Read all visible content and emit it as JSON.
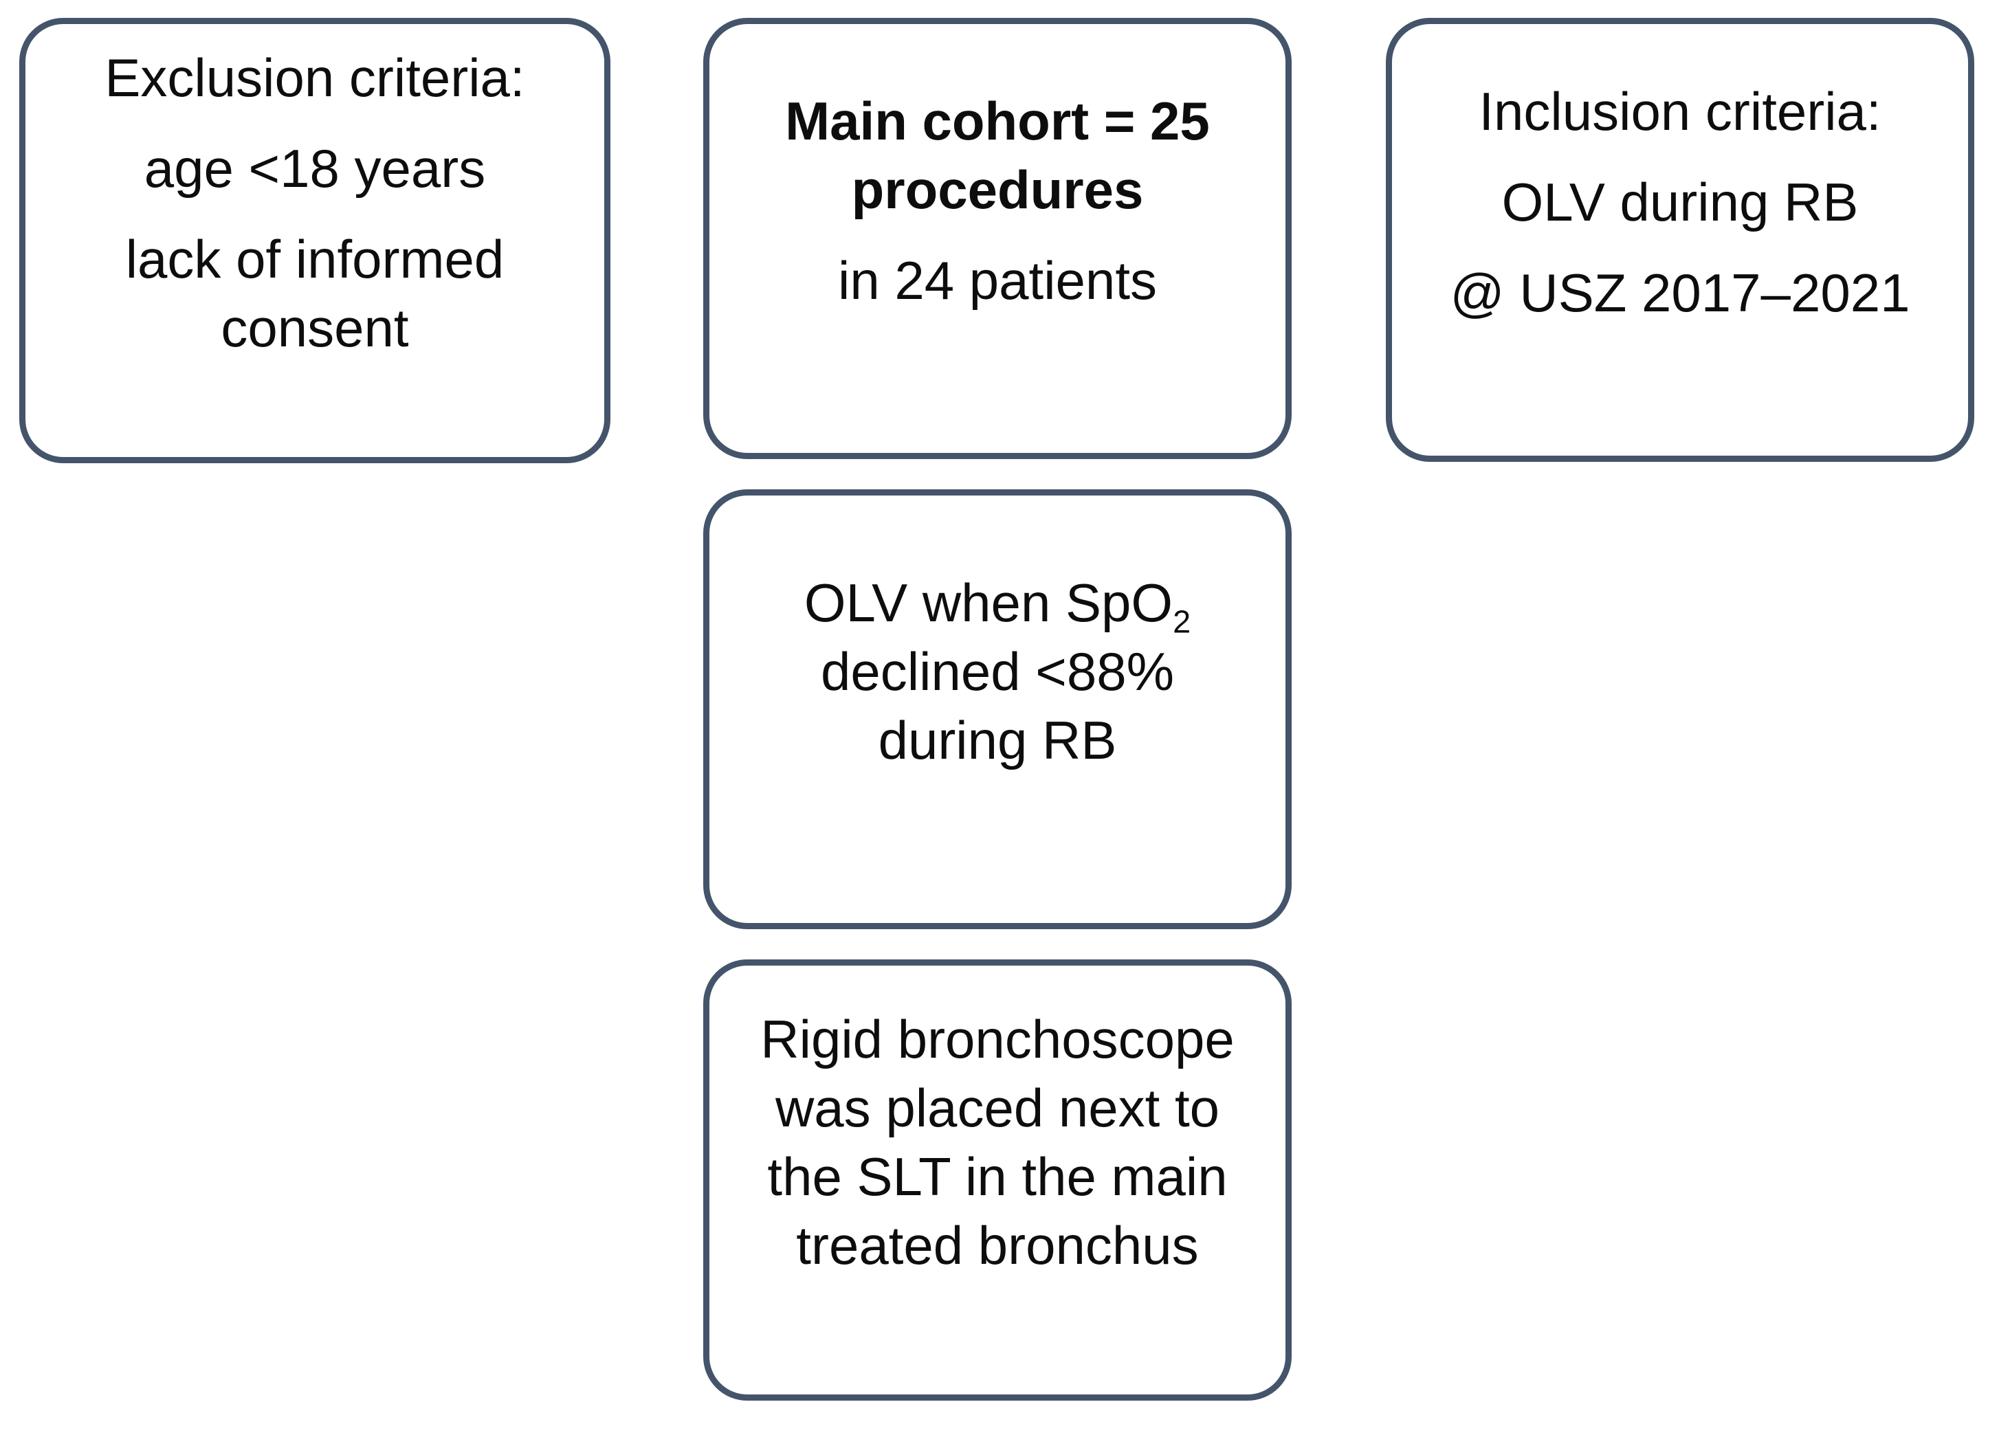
{
  "figure": {
    "background_color": "#ffffff",
    "box_border_color": "#44546a",
    "text_color": "#0d0d0d",
    "boxes": {
      "exclusion": {
        "paragraphs": [
          "Exclusion criteria:",
          "age <18 years",
          "lack of informed\nconsent"
        ]
      },
      "main_cohort": {
        "bold_text": "Main cohort = 25\nprocedures",
        "normal_text": "in 24 patients"
      },
      "inclusion": {
        "paragraphs": [
          "Inclusion criteria:",
          "OLV during RB",
          "@ USZ 2017–2021"
        ]
      },
      "olv_desaturation": {
        "prefix": "OLV when SpO",
        "subscript": "2",
        "rest": "\ndeclined <88%\nduring RB"
      },
      "rigid_bronchoscope": {
        "text": "Rigid bronchoscope\nwas placed next to\nthe SLT in the main\ntreated bronchus"
      }
    }
  }
}
